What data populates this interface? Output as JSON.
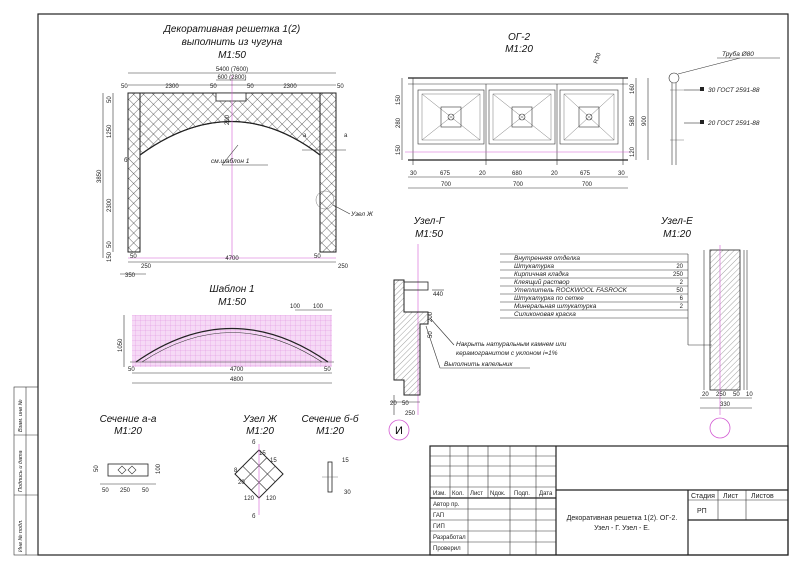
{
  "drawings": {
    "grille": {
      "title1": "Декоративная решетка 1(2)",
      "title2": "выполнить из чугуна",
      "scale": "М1:50",
      "dims": {
        "overall": "5400 (7600)",
        "center": "600 (2800)",
        "side_left": "2300",
        "side_right": "2300",
        "edge1": "50",
        "edge2": "50",
        "edge3": "50",
        "edge4": "50",
        "h1": "50",
        "h2": "1250",
        "h3": "2300",
        "h4": "50",
        "h_total": "3850",
        "base": "150",
        "top_inner": "200",
        "bottom": "4700",
        "bl1": "50",
        "bl2": "250",
        "bl3": "350",
        "br1": "50",
        "br2": "250"
      },
      "sections": {
        "a1": "a",
        "a2": "a",
        "b1": "б",
        "b2": "б"
      },
      "callout": "см.шаблон 1",
      "node_ref": "Узел Ж"
    },
    "og2": {
      "title": "ОГ-2",
      "scale": "М1:20",
      "radius": "R30",
      "dims_bottom": [
        "30",
        "675",
        "20",
        "680",
        "20",
        "675",
        "30"
      ],
      "dims_total": [
        "700",
        "700",
        "700"
      ],
      "dims_left": [
        "150",
        "280",
        "150"
      ],
      "dims_right": [
        "160",
        "580",
        "120"
      ],
      "right_total": "900"
    },
    "profile": {
      "pipe": "Труба Ø80",
      "bar1": "30 ГОСТ 2591-88",
      "bar2": "20 ГОСТ 2591-88"
    },
    "template": {
      "title": "Шаблон 1",
      "scale": "М1:50",
      "d_top1": "100",
      "d_top2": "100",
      "d_h": "1050",
      "d_l": "50",
      "d_r": "50",
      "d_inner": "4700",
      "d_outer": "4800"
    },
    "uzel_g": {
      "title": "Узел-Г",
      "scale": "М1:50",
      "d440": "440",
      "d200": "200",
      "d50": "50",
      "d20": "20",
      "d50b": "50",
      "d250": "250",
      "note1a": "Накрыть натуральным камнем или",
      "note1b": "керамогранитом с уклоном i=1%",
      "note2": "Выполнить капельник",
      "mark": "И"
    },
    "uzel_e": {
      "title": "Узел-Е",
      "scale": "М1:20",
      "layers": [
        {
          "name": "Внутренняя отделка",
          "value": ""
        },
        {
          "name": "Штукатурка",
          "value": "20"
        },
        {
          "name": "Кирпичная кладка",
          "value": "250"
        },
        {
          "name": "Клеящий раствор",
          "value": "2"
        },
        {
          "name": "Утеплитель ROCKWOOL FASROCK",
          "value": "50"
        },
        {
          "name": "Штукатурка по сетке",
          "value": "6"
        },
        {
          "name": "Минеральная штукатурка",
          "value": "2"
        },
        {
          "name": "Силиконовая краска",
          "value": ""
        }
      ],
      "dims": [
        "20",
        "250",
        "50",
        "10"
      ],
      "total": "330"
    },
    "sec_aa": {
      "title": "Сечение а-а",
      "scale": "М1:20",
      "d1": "50",
      "d2": "50",
      "d3": "250",
      "d4": "50",
      "d5": "100"
    },
    "uzel_zh": {
      "title": "Узел Ж",
      "scale": "М1:20",
      "d1": "15",
      "d2": "15",
      "d3": "8",
      "d4": "20",
      "d5": "120",
      "d6": "120",
      "m1": "б",
      "m2": "б"
    },
    "sec_bb": {
      "title": "Сечение б-б",
      "scale": "М1:20",
      "d1": "15",
      "d2": "30"
    }
  },
  "margin_labels": [
    "Взам. инв №",
    "Подпись и дата",
    "Инв № подл."
  ],
  "stamp": {
    "cols": [
      "Изм.",
      "Кол.",
      "Лист",
      "Nдок.",
      "Подп.",
      "Дата"
    ],
    "roles": [
      "Автор пр.",
      "ГАП",
      "ГИП",
      "Разработал",
      "Проверил"
    ],
    "stage_hdr": [
      "Стадия",
      "Лист",
      "Листов"
    ],
    "stage": "РП",
    "title1": "Декоративная решетка 1(2). ОГ-2.",
    "title2": "Узел - Г. Узел - Е."
  }
}
